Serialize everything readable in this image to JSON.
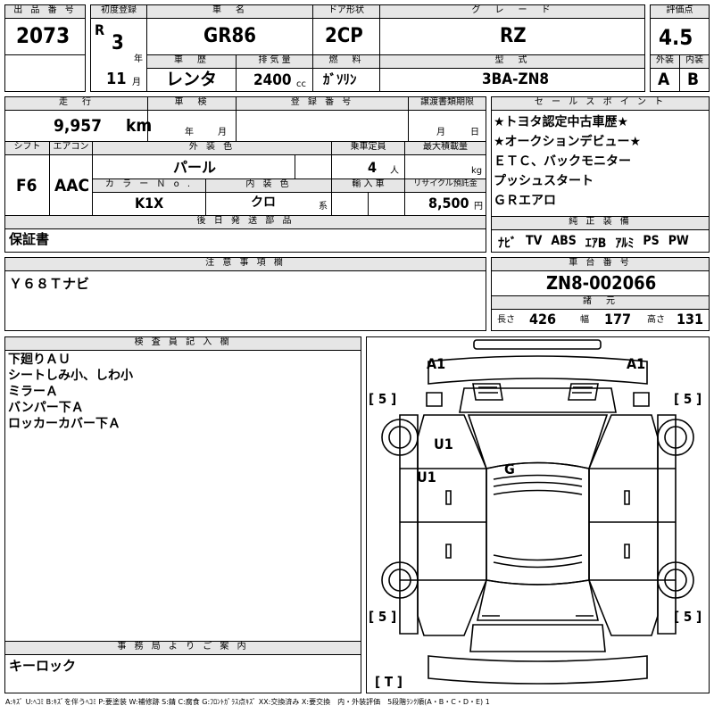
{
  "headers": {
    "lot_no": "出 品 番 号",
    "first_reg": "初度登録",
    "car_name": "車　名",
    "door": "ドア形状",
    "grade": "グ　レ　ー　ド",
    "score": "評価点",
    "year_tag": "車　歴",
    "displacement": "排 気 量",
    "fuel": "燃　料",
    "model": "型　式",
    "ext": "外装",
    "int": "内装",
    "mileage": "走　行",
    "inspection": "車　検",
    "reg_no": "登 録 番 号",
    "transfer": "譲渡書類期限",
    "sales_point": "セ ー ル ス ポ イ ン ト",
    "shift": "シフト",
    "aircon": "エアコン",
    "ext_color": "外 装 色",
    "capacity": "乗車定員",
    "max_load": "最大積載量",
    "color_no": "カ ラ ー Ｎ o .",
    "int_color": "内 装 色",
    "import": "輸 入 車",
    "recycle": "リサイクル預託金",
    "parts": "後 日 発 送 部 品",
    "genuine": "純 正 装 備",
    "notes": "注 意 事 項 欄",
    "chassis": "車 台 番 号",
    "specs": "諸　元",
    "inspector": "検 査 員 記 入 欄",
    "office": "事 務 局 よ り ご 案 内"
  },
  "lot_no": "2073",
  "era": "R",
  "reg_year": "3",
  "year_unit": "年",
  "reg_month": "11",
  "month_unit": "月",
  "car_name": "GR86",
  "door": "2CP",
  "grade": "RZ",
  "score": "4.5",
  "history": "レンタ",
  "displacement": "2400",
  "displacement_unit": "cc",
  "fuel": "ｶﾞｿﾘﾝ",
  "model": "3BA-ZN8",
  "ext_grade": "A",
  "int_grade": "B",
  "mileage": "9,957",
  "mileage_unit": "km",
  "inspection_year": "年",
  "inspection_month": "月",
  "transfer_month": "月",
  "transfer_day": "日",
  "sales_points": [
    "★トヨタ認定中古車歴★",
    "★オークションデビュー★",
    "ＥＴＣ、バックモニター",
    "プッシュスタート",
    "ＧＲエアロ"
  ],
  "shift": "F6",
  "aircon": "AAC",
  "ext_color": "パール",
  "capacity": "4",
  "capacity_unit": "人",
  "load_unit": "kg",
  "color_no": "K1X",
  "int_color": "クロ",
  "int_color_suffix": "系",
  "recycle": "8,500",
  "recycle_unit": "円",
  "parts": "保証書",
  "equipment": [
    "ﾅﾋﾞ",
    "TV",
    "ABS",
    "ｴｱB",
    "ｱﾙﾐ",
    "PS",
    "PW"
  ],
  "notes": "Ｙ６８Ｔナビ",
  "chassis_no": "ZN8-002066",
  "specs": {
    "length_label": "長さ",
    "length": "426",
    "width_label": "幅",
    "width": "177",
    "height_label": "高さ",
    "height": "131"
  },
  "inspector_lines": [
    "下廻りＡＵ",
    "シートしみ小、しわ小",
    "ミラーＡ",
    "バンパー下Ａ",
    "ロッカーカバー下Ａ"
  ],
  "office_note": "キーロック",
  "diagram": {
    "a1_left": "A1",
    "a1_right": "A1",
    "u1_a": "U1",
    "u1_b": "U1",
    "g": "G",
    "tl": "[ 5 ]",
    "tr": "[ 5 ]",
    "bl": "[ 5 ]",
    "br": "[ 5 ]",
    "trunk": "[ T ]"
  },
  "legend": "A:ｷｽﾞ U:ﾍｺﾐ B:ｷｽﾞを伴うﾍｺﾐ P:要塗装 W:補修跡 S:錆 C:腐食 G:ﾌﾛﾝﾄｶﾞﾗｽ点ｷｽﾞ XX:交換済み X:要交換　内・外装評価　5段階ﾗﾝｸ順(A・B・C・D・E) 1"
}
